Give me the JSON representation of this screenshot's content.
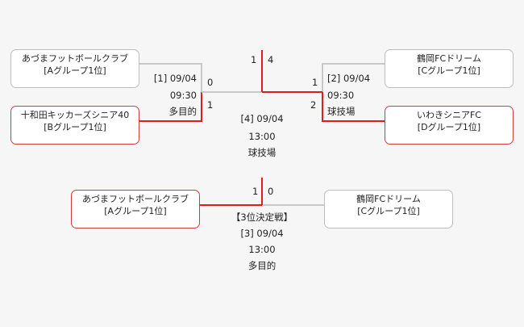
{
  "colors": {
    "winner": "#e21c1c",
    "loser": "#c8c8c8",
    "win_border": "#d33a3a",
    "box_border": "#bdbdbd"
  },
  "teams": {
    "t1": {
      "name": "あづまフットボールクラブ",
      "group": "[Aグループ1位]"
    },
    "t2": {
      "name": "十和田キッカーズシニア40",
      "group": "[Bグループ1位]"
    },
    "t3": {
      "name": "鶴岡FCドリーム",
      "group": "[Cグループ1位]"
    },
    "t4": {
      "name": "いわきシニアFC",
      "group": "[Dグループ1位]"
    },
    "t5": {
      "name": "あづまフットボールクラブ",
      "group": "[Aグループ1位]"
    },
    "t6": {
      "name": "鶴岡FCドリーム",
      "group": "[Cグループ1位]"
    }
  },
  "matches": {
    "m1": {
      "number": "[1] 09/04",
      "time": "09:30",
      "venue": "多目的",
      "score_top": "0",
      "score_bottom": "1"
    },
    "m2": {
      "number": "[2] 09/04",
      "time": "09:30",
      "venue": "球技場",
      "score_top": "1",
      "score_bottom": "2"
    },
    "final": {
      "number": "[4] 09/04",
      "time": "13:00",
      "venue": "球技場",
      "score_left": "1",
      "score_right": "4"
    },
    "third": {
      "title": "【3位決定戦】",
      "number": "[3] 09/04",
      "time": "13:00",
      "venue": "多目的",
      "score_left": "1",
      "score_right": "0"
    }
  }
}
